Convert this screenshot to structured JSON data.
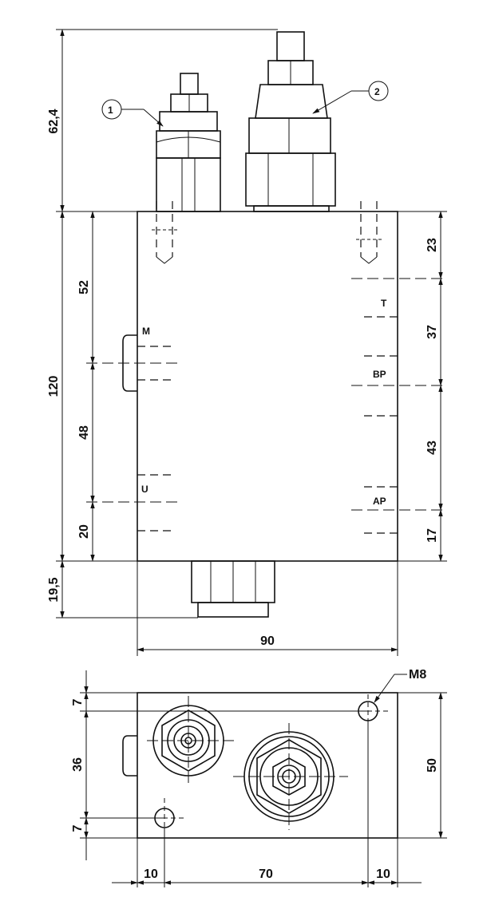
{
  "callouts": {
    "item1": "1",
    "item2": "2"
  },
  "ports": {
    "M": "M",
    "U": "U",
    "T": "T",
    "BP": "BP",
    "AP": "AP"
  },
  "front_view": {
    "dims": {
      "cartridge_height": "62,4",
      "body_height": "120",
      "left_52": "52",
      "left_48": "48",
      "left_20": "20",
      "bottom_plug": "19,5",
      "right_23": "23",
      "right_37": "37",
      "right_43": "43",
      "right_17": "17",
      "width": "90"
    }
  },
  "bottom_view": {
    "thread_label": "M8",
    "dims": {
      "top_7": "7",
      "mid_36": "36",
      "bot_7": "7",
      "height_50": "50",
      "left_10": "10",
      "center_70": "70",
      "right_10": "10"
    }
  }
}
